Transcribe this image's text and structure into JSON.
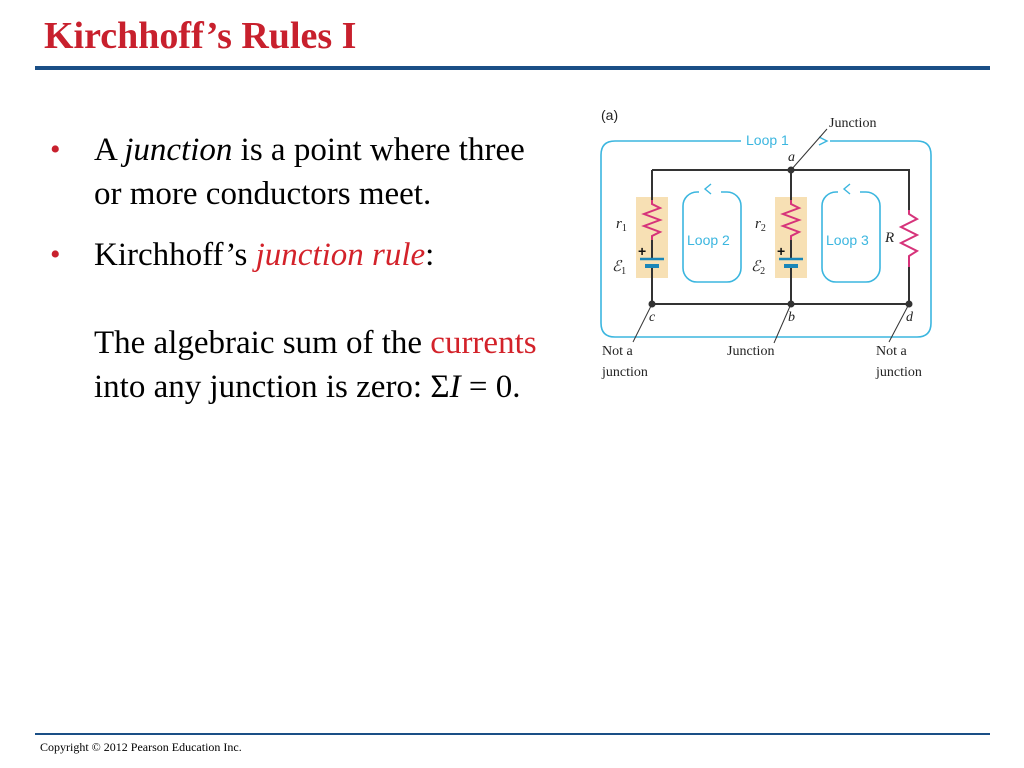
{
  "slide": {
    "title": "Kirchhoff’s Rules I",
    "footer": "Copyright © 2012 Pearson Education Inc."
  },
  "bullets": {
    "b1": {
      "pre": "A ",
      "italic": "junction",
      "post": " is a point where three or more conductors meet."
    },
    "b2": {
      "pre": "Kirchhoff’s ",
      "highlight": "junction rule",
      "post": ":"
    },
    "rule_text": {
      "pre": "The algebraic sum of the ",
      "highlight": "currents",
      "mid": " into any junction is zero: ",
      "sigma": "Σ",
      "var": "I",
      "eq": " = 0."
    }
  },
  "figure": {
    "panel_label": "(a)",
    "loop1": "Loop 1",
    "loop2": "Loop 2",
    "loop3": "Loop 3",
    "junction_top": "Junction",
    "junction_bottom": "Junction",
    "node_a": "a",
    "node_b": "b",
    "node_c": "c",
    "node_d": "d",
    "r1": "r",
    "r1_sub": "1",
    "r2": "r",
    "r2_sub": "2",
    "R": "R",
    "emf1": "ℰ",
    "emf1_sub": "1",
    "emf2": "ℰ",
    "emf2_sub": "2",
    "plus": "+",
    "not_junction_left_1": "Not a",
    "not_junction_left_2": "junction",
    "not_junction_right_1": "Not a",
    "not_junction_right_2": "junction",
    "colors": {
      "loop": "#3bb6df",
      "resistor": "#d6337a",
      "battery": "#1a86b8",
      "source_bg": "#f7e0b4",
      "wire": "#333333"
    }
  }
}
